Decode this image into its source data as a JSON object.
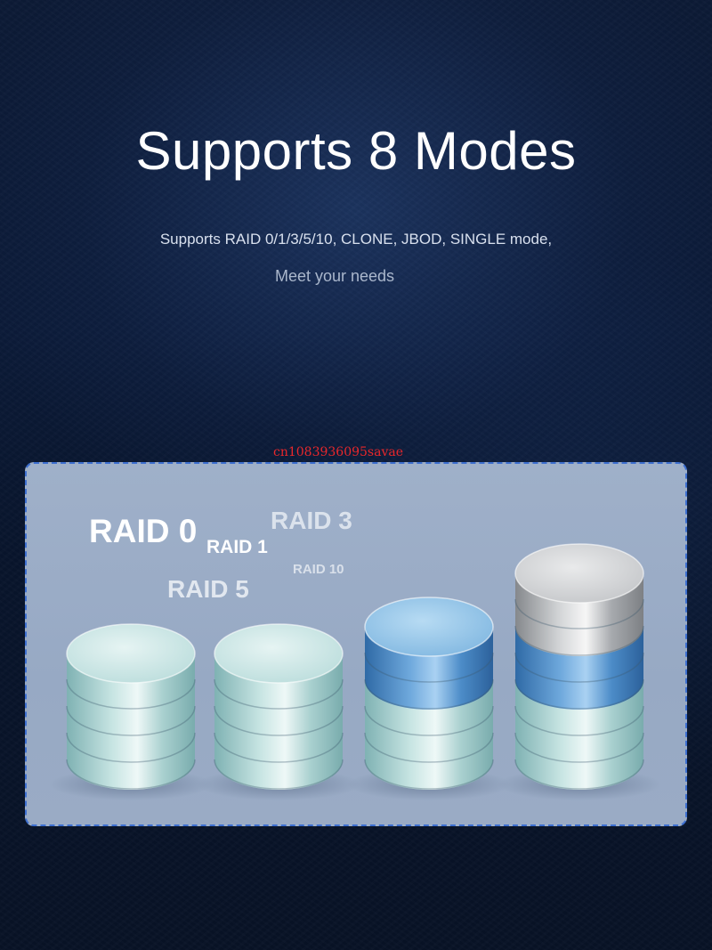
{
  "header": {
    "title": "Supports 8 Modes",
    "subtitle": "Supports RAID 0/1/3/5/10, CLONE, JBOD, SINGLE mode,",
    "subtitle2": "Meet your needs"
  },
  "watermark": "cn1083936095savae",
  "panel": {
    "labels": {
      "raid0": "RAID 0",
      "raid1": "RAID 1",
      "raid3": "RAID 3",
      "raid10": "RAID 10",
      "raid5": "RAID 5"
    }
  },
  "stacks": [
    {
      "name": "stack-1",
      "discs": [
        "teal",
        "teal",
        "teal",
        "teal"
      ]
    },
    {
      "name": "stack-2",
      "discs": [
        "teal",
        "teal",
        "teal",
        "teal"
      ]
    },
    {
      "name": "stack-3",
      "discs": [
        "teal",
        "teal",
        "teal",
        "blue",
        "blue"
      ]
    },
    {
      "name": "stack-4",
      "discs": [
        "teal",
        "teal",
        "teal",
        "blue",
        "blue",
        "silver",
        "silver"
      ]
    }
  ],
  "colors": {
    "teal": "#9cc9c8",
    "blue": "#4d8bc5",
    "silver": "#b4b7bb",
    "panel_border": "#3d6fd0",
    "watermark": "#e8272b"
  }
}
